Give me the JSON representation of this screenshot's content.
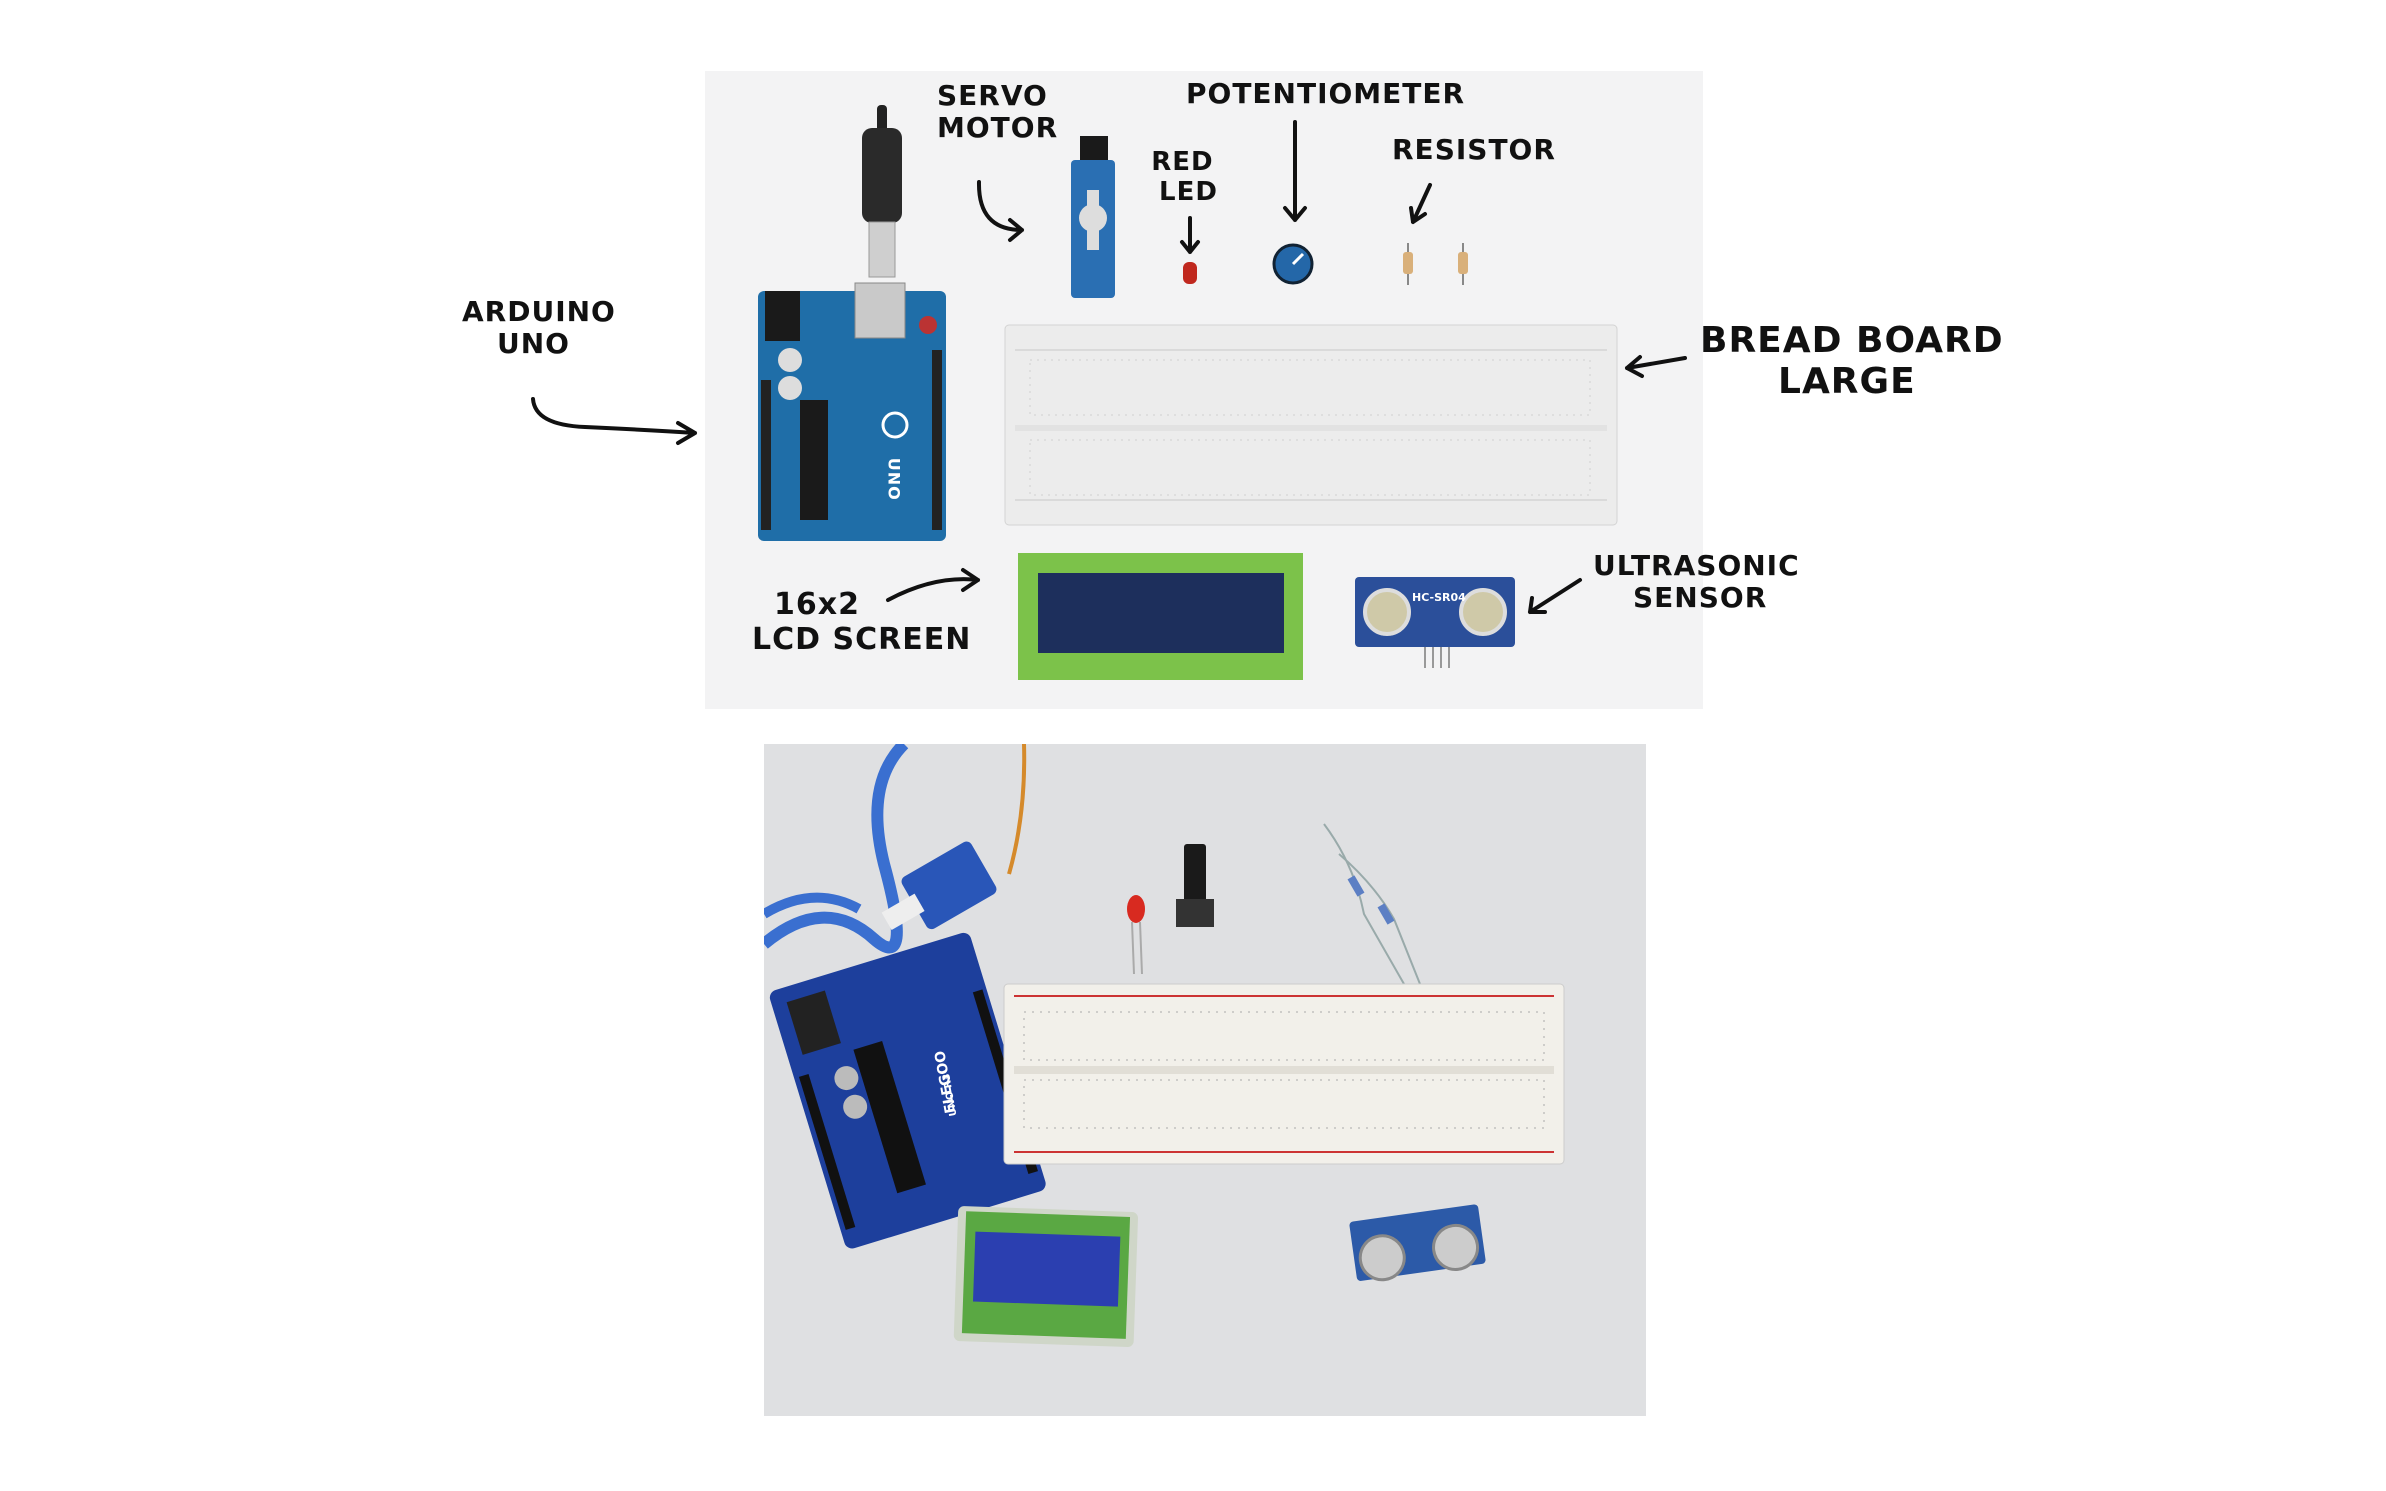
{
  "labels": {
    "servo_motor": [
      "SERVO",
      "MOTOR"
    ],
    "potentiometer": "POTENTIOMETER",
    "red_led": [
      "RED",
      "LED"
    ],
    "resistor": "RESISTOR",
    "arduino_uno": [
      "ARDUINO",
      "UNO"
    ],
    "bread_board": [
      "BREAD BOARD",
      "LARGE"
    ],
    "lcd": [
      "16x2",
      "LCD SCREEN"
    ],
    "ultrasonic": [
      "ULTRASONIC",
      "SENSOR"
    ]
  },
  "board_text": {
    "uno": "UNO",
    "sensor_model": "HC-SR04",
    "photo_brand": "ELEGOO",
    "photo_model": "UNO R3"
  },
  "colors": {
    "arduino_blue": "#1f6ea8",
    "photo_board_blue": "#1d3f9c",
    "breadboard": "#ececec",
    "lcd_green": "#7cc24a",
    "lcd_screen": "#1d2f5c",
    "led_red": "#c0281e",
    "resistor_body": "#d9b07a",
    "cable_blue": "#3a6fd0"
  }
}
